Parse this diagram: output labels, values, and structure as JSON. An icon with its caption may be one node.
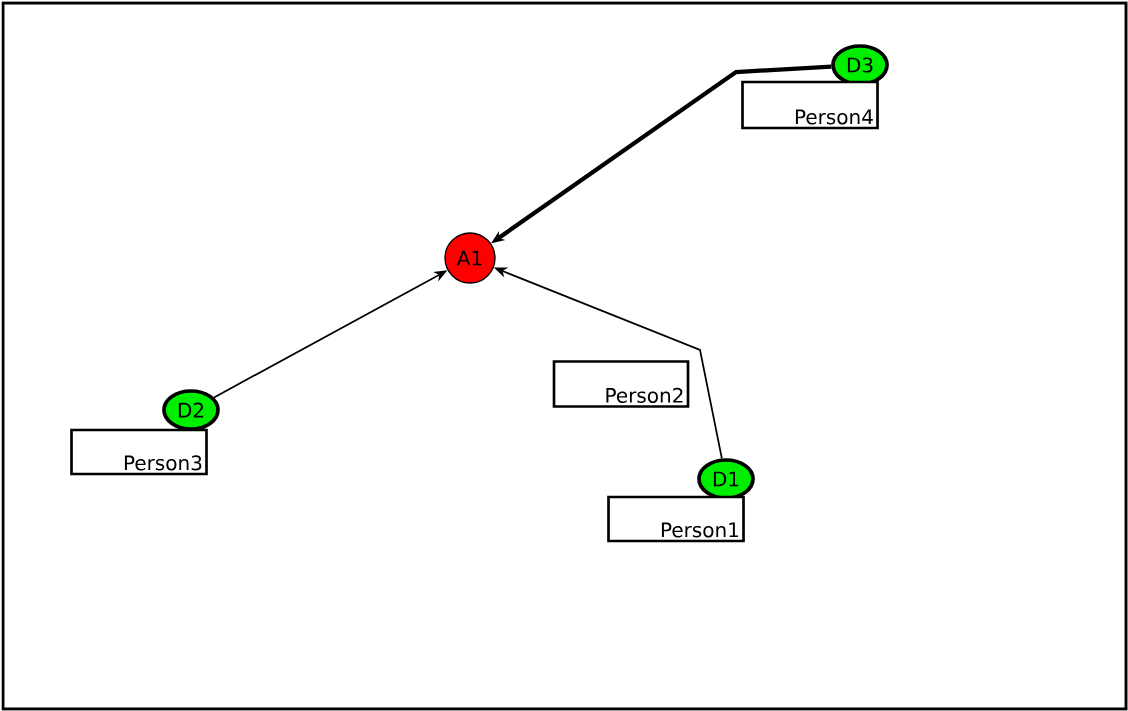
{
  "diagram": {
    "nodes": [
      {
        "text": [
          "D3"
        ]
      },
      {
        "text": [
          "Person4"
        ]
      },
      {
        "text": [
          "A1"
        ]
      },
      {
        "text": [
          "Person2"
        ]
      },
      {
        "text": [
          "D2"
        ]
      },
      {
        "text": [
          "Person3"
        ]
      },
      {
        "text": [
          "D1"
        ]
      },
      {
        "text": [
          "Person1"
        ]
      }
    ],
    "edges": [
      {
        "from": 0,
        "to": 2,
        "arrow": "to",
        "style": "thick"
      },
      {
        "from": 4,
        "to": 2,
        "arrow": "to"
      },
      {
        "from": 6,
        "to": 2,
        "arrow": "to"
      }
    ]
  }
}
